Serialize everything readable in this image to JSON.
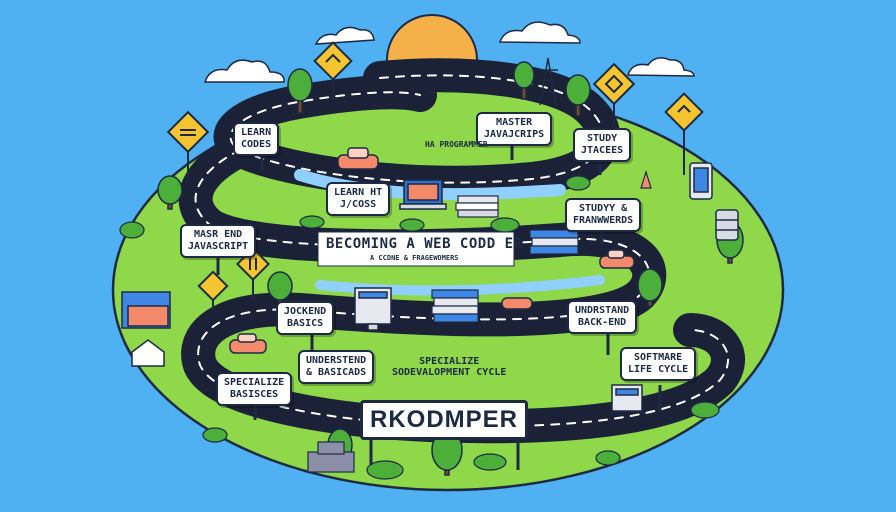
{
  "signs": {
    "learn_codes": "LEARN\nCODES",
    "master_js": "MASTER\nJAVAJCRIPS",
    "study_jtacees": "STUDY\nJTACEES",
    "ha_programmer": "HA PROGRAMMER",
    "learn_ht": "LEARN HT\nJ/COSS",
    "study_frameworks": "STUDYY &\nFRANWWERDS",
    "master_end": "MASR END\nJAVASCRIPT",
    "jockend": "JOCKEND\nBASICS",
    "understand_backend": "UNDRSTAND\nBACK-END",
    "understend": "UNDERSTEND\n& BASICADS",
    "specialize": "SPECIALIZE\nSODEVALOPMENT CYCLE",
    "software": "SOFTMARE\nLIFE CYCLE",
    "specialize_basisces": "SPECIALIZE\nBASISCES"
  },
  "title": "BECOMING A WEB CODD ER",
  "subtitle": "A CCDNE & FRAGEWOMERS",
  "roadmap_label": "RKODMPER",
  "colors": {
    "sky": "#4fb0f2",
    "grass": "#8ed84a",
    "road": "#1b2238",
    "sun": "#f6b04a",
    "tree": "#4caf3a",
    "sign_yellow": "#f5c531",
    "ink": "#1e2a44"
  }
}
